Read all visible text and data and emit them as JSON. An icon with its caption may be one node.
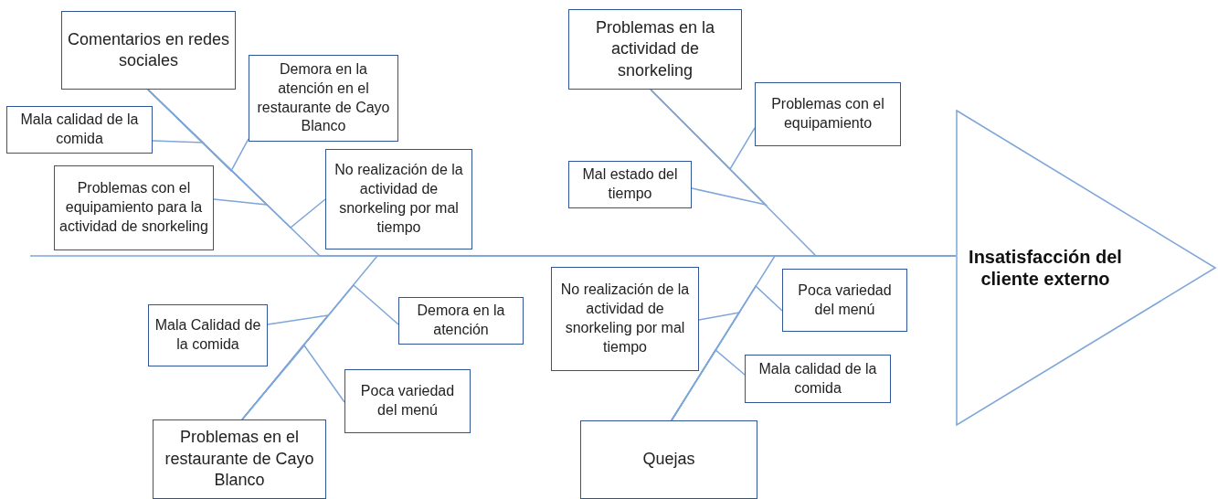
{
  "diagram": {
    "nodes": [
      {
        "text": [
          "Comentarios en redes sociales"
        ]
      },
      {
        "text": [
          "Mala calidad de la comida"
        ]
      },
      {
        "text": [
          "Demora en la atención en el restaurante de Cayo Blanco"
        ]
      },
      {
        "text": [
          "Problemas con el equipamiento para la actividad de snorkeling"
        ]
      },
      {
        "text": [
          "No realización de la actividad de snorkeling por mal tiempo"
        ]
      },
      {
        "text": [
          "Problemas en la actividad de snorkeling"
        ]
      },
      {
        "text": [
          "Problemas con el equipamiento"
        ]
      },
      {
        "text": [
          "Mal estado del tiempo"
        ]
      },
      {
        "text": [
          "Insatisfacción del cliente externo"
        ]
      },
      {
        "text": [
          "Mala Calidad de la comida"
        ]
      },
      {
        "text": [
          "Demora en la atención"
        ]
      },
      {
        "text": [
          "Poca variedad del menú"
        ]
      },
      {
        "text": [
          "Problemas en el restaurante de Cayo Blanco"
        ]
      },
      {
        "text": [
          "No realización de la actividad de snorkeling por mal tiempo"
        ]
      },
      {
        "text": [
          "Poca variedad del menú"
        ]
      },
      {
        "text": [
          "Mala calidad de la comida"
        ]
      },
      {
        "text": [
          "Quejas"
        ]
      }
    ],
    "edges": [
      {
        "from": 0,
        "to": 8,
        "arrow": "none"
      },
      {
        "from": 5,
        "to": 8,
        "arrow": "none"
      },
      {
        "from": 12,
        "to": 8,
        "arrow": "none"
      },
      {
        "from": 16,
        "to": 8,
        "arrow": "none"
      },
      {
        "from": 1,
        "to": 0,
        "arrow": "none"
      },
      {
        "from": 2,
        "to": 0,
        "arrow": "none"
      },
      {
        "from": 3,
        "to": 0,
        "arrow": "none"
      },
      {
        "from": 4,
        "to": 0,
        "arrow": "none"
      },
      {
        "from": 6,
        "to": 5,
        "arrow": "none"
      },
      {
        "from": 7,
        "to": 5,
        "arrow": "none"
      },
      {
        "from": 9,
        "to": 12,
        "arrow": "none"
      },
      {
        "from": 10,
        "to": 12,
        "arrow": "none"
      },
      {
        "from": 11,
        "to": 12,
        "arrow": "none"
      },
      {
        "from": 13,
        "to": 16,
        "arrow": "none"
      },
      {
        "from": 14,
        "to": 16,
        "arrow": "none"
      },
      {
        "from": 15,
        "to": 16,
        "arrow": "none"
      },
      {
        "from": null,
        "to": 8,
        "arrow": "none"
      }
    ]
  }
}
